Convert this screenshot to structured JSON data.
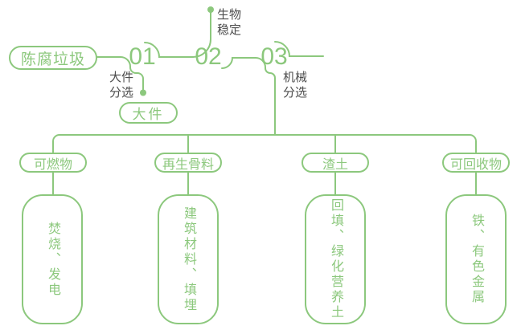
{
  "colors": {
    "green": "#8cc87d",
    "label_dark": "#4d4d4d",
    "background": "#ffffff"
  },
  "flow": {
    "source_label": "陈腐垃圾",
    "stages": [
      {
        "number": "01",
        "label": "大件\n分选",
        "output_label": "大件"
      },
      {
        "number": "02",
        "label": "生物\n稳定"
      },
      {
        "number": "03",
        "label": "机械\n分选"
      }
    ],
    "branches": [
      {
        "category": "可燃物",
        "detail": "焚烧、发电"
      },
      {
        "category": "再生骨料",
        "detail": "建筑材料、填埋"
      },
      {
        "category": "渣土",
        "detail": "回填、绿化营养土"
      },
      {
        "category": "可回收物",
        "detail": "铁、有色金属"
      }
    ]
  }
}
